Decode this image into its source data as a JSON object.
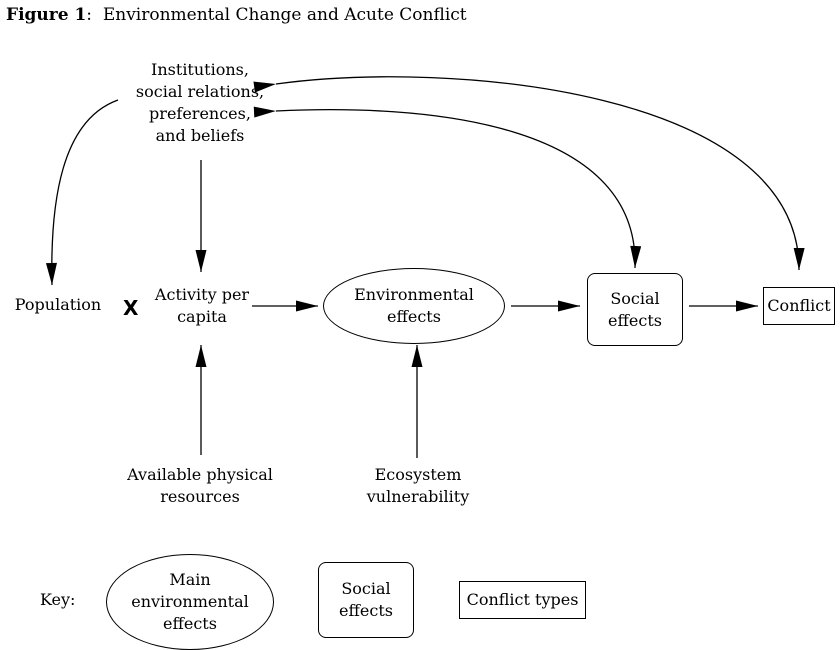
{
  "title": {
    "label": "Figure 1",
    "separator": ":",
    "text": "Environmental Change and Acute Conflict"
  },
  "nodes": {
    "institutions": [
      "Institutions,",
      "social relations,",
      "preferences,",
      "and beliefs"
    ],
    "population": "Population",
    "multiplier": "X",
    "activity": [
      "Activity per",
      "capita"
    ],
    "environmental_effects": [
      "Environmental",
      "effects"
    ],
    "social_effects": [
      "Social",
      "effects"
    ],
    "conflict": "Conflict",
    "resources": [
      "Available physical",
      "resources"
    ],
    "ecosystem": [
      "Ecosystem",
      "vulnerability"
    ]
  },
  "key": {
    "label": "Key:",
    "ellipse": [
      "Main",
      "environmental",
      "effects"
    ],
    "rounded": [
      "Social",
      "effects"
    ],
    "rect": "Conflict types"
  }
}
